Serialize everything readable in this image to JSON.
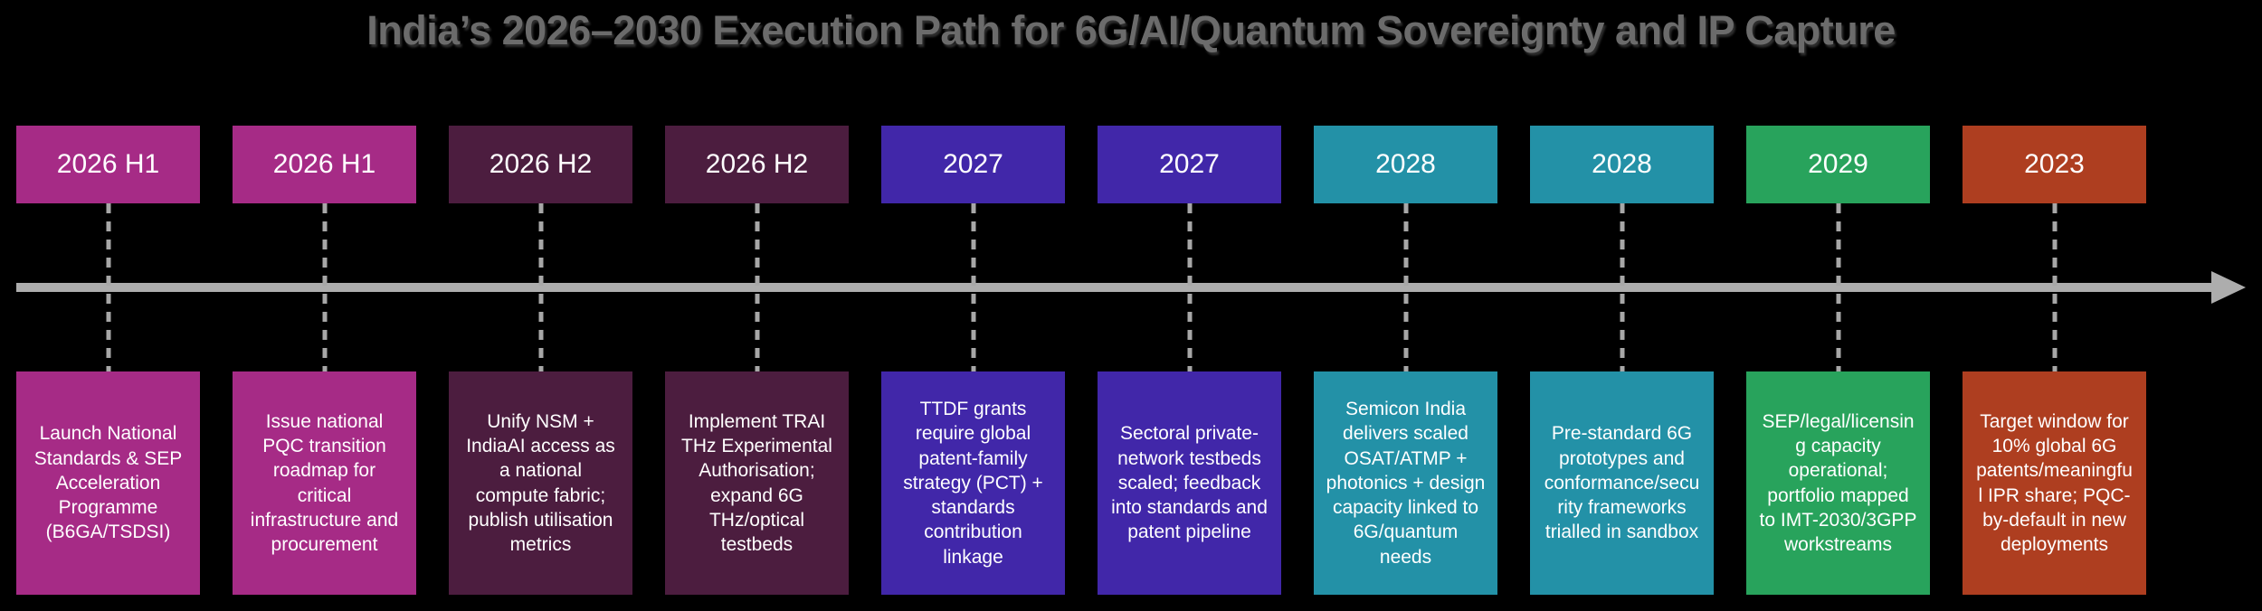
{
  "title": "India’s 2026–2030 Execution Path for 6G/AI/Quantum Sovereignty and IP Capture",
  "colors": {
    "background": "#000000",
    "title_text": "#6B6B6B",
    "timeline_axis": "#ADADAD",
    "connector_dash": "#A7A7A7",
    "label_text": "#FFFFFF",
    "phase_2026_h1": "#A62B86",
    "phase_2026_h2": "#4C1D3F",
    "phase_2027": "#4127A9",
    "phase_2028": "#2391A7",
    "phase_2029": "#28A35C",
    "phase_2023": "#AE3E20"
  },
  "timeline": {
    "direction": "left-to-right",
    "arrowhead_icon": "right-arrowhead"
  },
  "milestones": [
    {
      "date": "2026 H1",
      "color": "#A62B86",
      "description": "Launch National Standards & SEP Acceleration Programme (B6GA/TSDSI)"
    },
    {
      "date": "2026 H1",
      "color": "#A62B86",
      "description": "Issue national PQC transition roadmap for critical infrastructure and procurement"
    },
    {
      "date": "2026 H2",
      "color": "#4C1D3F",
      "description": "Unify NSM + IndiaAI access as a national compute fabric; publish utilisation metrics"
    },
    {
      "date": "2026 H2",
      "color": "#4C1D3F",
      "description": "Implement TRAI THz Experimental Authorisation; expand 6G THz/optical testbeds"
    },
    {
      "date": "2027",
      "color": "#4127A9",
      "description": "TTDF grants require global patent-family strategy (PCT) + standards contribution linkage"
    },
    {
      "date": "2027",
      "color": "#4127A9",
      "description": "Sectoral private-network testbeds scaled; feedback into standards and patent pipeline"
    },
    {
      "date": "2028",
      "color": "#2391A7",
      "description": "Semicon India delivers scaled OSAT/ATMP + photonics + design capacity linked to 6G/quantum needs"
    },
    {
      "date": "2028",
      "color": "#2391A7",
      "description": "Pre-standard 6G prototypes and conformance/security frameworks trialled in sandbox"
    },
    {
      "date": "2029",
      "color": "#28A35C",
      "description": "SEP/legal/licensing capacity operational; portfolio mapped to IMT-2030/3GPP workstreams"
    },
    {
      "date": "2023",
      "color": "#AE3E20",
      "description": "Target window for 10% global 6G patents/meaningful IPR share; PQC-by-default in new deployments"
    }
  ]
}
